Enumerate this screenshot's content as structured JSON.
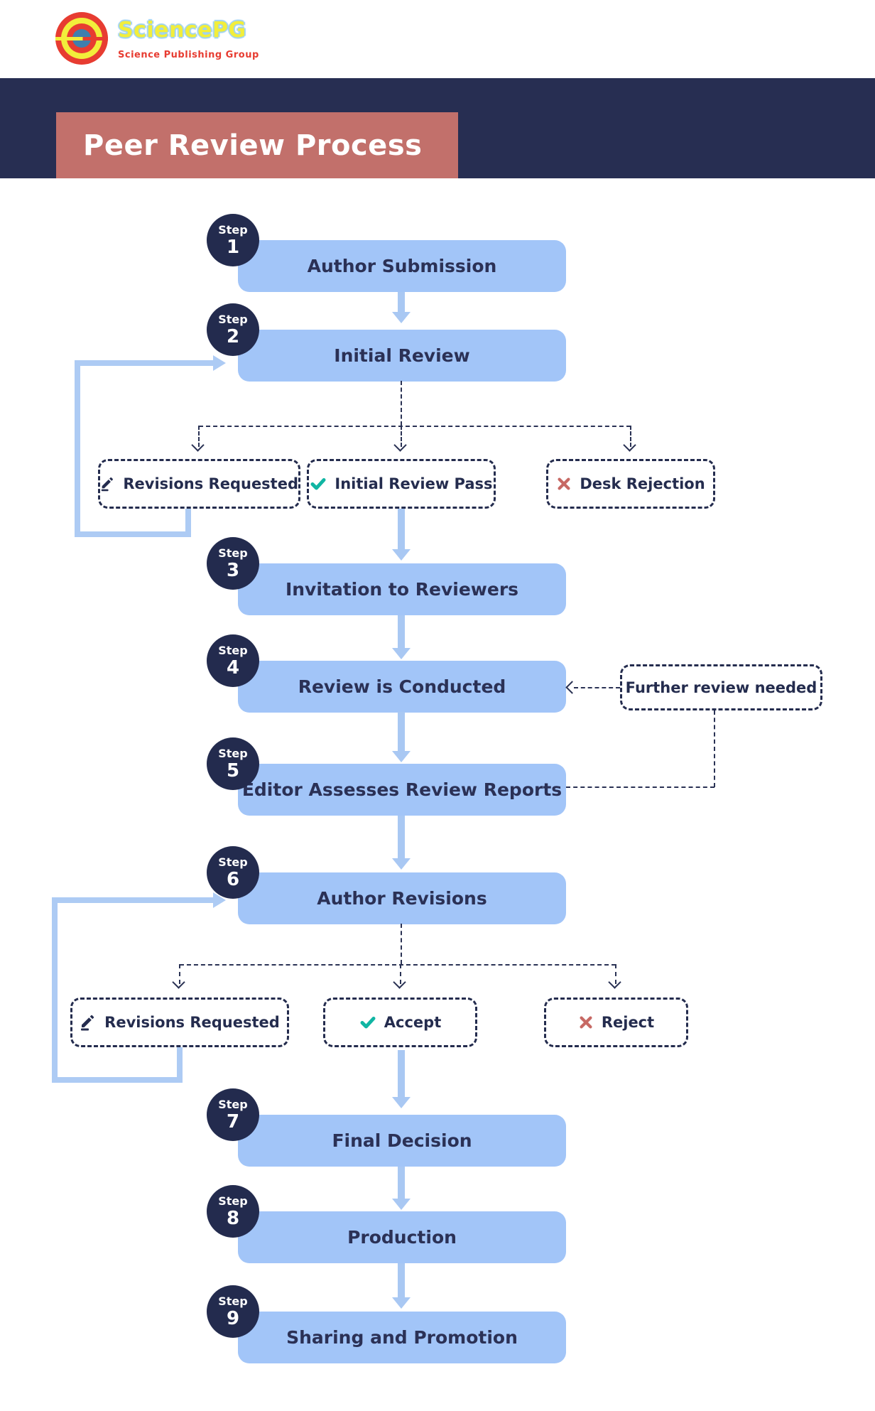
{
  "logo": {
    "brand": "SciencePG",
    "tagline": "Science Publishing Group"
  },
  "header": {
    "title": "Peer Review Process"
  },
  "steps": [
    {
      "badge": "Step",
      "num": "1",
      "title": "Author Submission"
    },
    {
      "badge": "Step",
      "num": "2",
      "title": "Initial Review"
    },
    {
      "badge": "Step",
      "num": "3",
      "title": "Invitation to Reviewers"
    },
    {
      "badge": "Step",
      "num": "4",
      "title": "Review is Conducted"
    },
    {
      "badge": "Step",
      "num": "5",
      "title": "Editor Assesses Review Reports"
    },
    {
      "badge": "Step",
      "num": "6",
      "title": "Author Revisions"
    },
    {
      "badge": "Step",
      "num": "7",
      "title": "Final Decision"
    },
    {
      "badge": "Step",
      "num": "8",
      "title": "Production"
    },
    {
      "badge": "Step",
      "num": "9",
      "title": "Sharing and Promotion"
    }
  ],
  "initial_review_outcomes": [
    {
      "label": "Revisions Requested",
      "icon": "pencil-icon"
    },
    {
      "label": "Initial Review Pass",
      "icon": "check-icon"
    },
    {
      "label": "Desk Rejection",
      "icon": "x-icon"
    }
  ],
  "revision_outcomes": [
    {
      "label": "Revisions Requested",
      "icon": "pencil-icon"
    },
    {
      "label": "Accept",
      "icon": "check-icon"
    },
    {
      "label": "Reject",
      "icon": "x-icon"
    }
  ],
  "side_note": {
    "label": "Further review needed"
  },
  "colors": {
    "navy_band": "#272e52",
    "badge_navy": "#232b4e",
    "banner_salmon": "#c2706b",
    "box_blue": "#a2c5f8",
    "arrow_blue": "#a9c8f3",
    "dash_navy": "#2a3254",
    "check_teal": "#10b5a3",
    "reject_red": "#c76964",
    "logo_yellow": "#f2ee3b",
    "logo_red": "#e73c31",
    "logo_center_blue": "#3f7fae"
  }
}
